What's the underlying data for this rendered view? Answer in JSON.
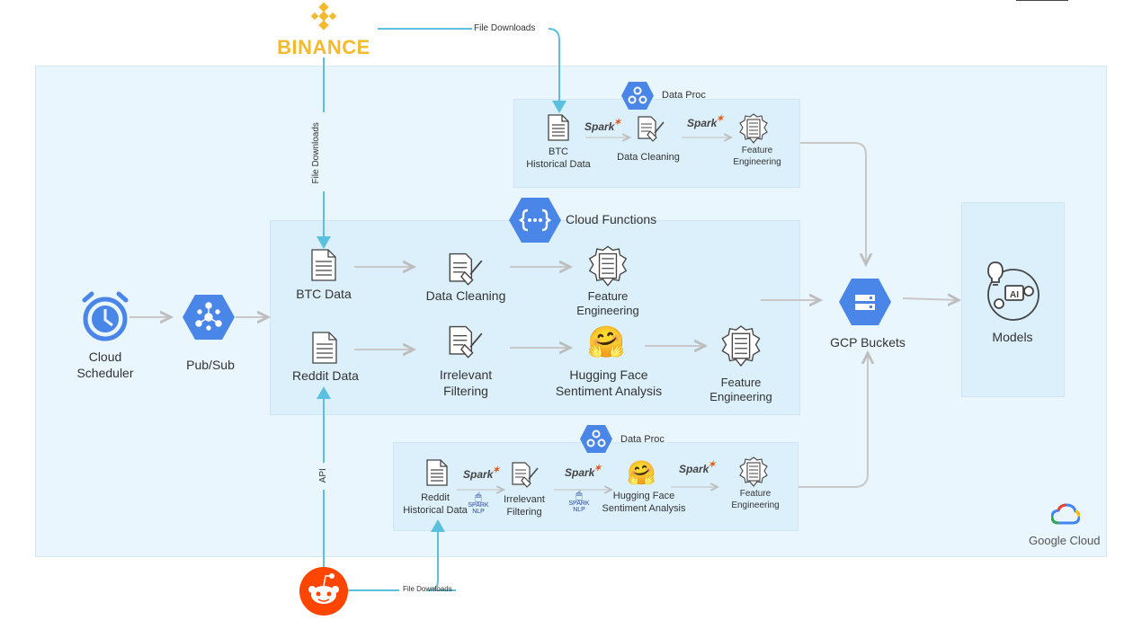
{
  "binance": {
    "logo_text": "BINANCE",
    "color": "#f3ba2f"
  },
  "file_downloads_label": "File Downloads",
  "api_label": "API",
  "dataproc_top": {
    "title": "Data Proc",
    "btc_historical": "BTC\nHistorical Data",
    "spark_label": "Spark",
    "cleaning": "Data Cleaning",
    "feature_eng": "Feature\nEngineering"
  },
  "cloud_functions": {
    "title": "Cloud Functions",
    "btc_data": "BTC Data",
    "data_cleaning": "Data Cleaning",
    "feature_eng_1": "Feature\nEngineering",
    "reddit_data": "Reddit Data",
    "irrelevant_filtering": "Irrelevant\nFiltering",
    "hf_sentiment": "Hugging Face\nSentiment Analysis",
    "feature_eng_2": "Feature\nEngineering"
  },
  "dataproc_bottom": {
    "title": "Data Proc",
    "reddit_historical": "Reddit\nHistorical Data",
    "irrelevant_filtering": "Irrelevant\nFiltering",
    "hf_sentiment": "Hugging Face\nSentiment Analysis",
    "feature_eng": "Feature\nEngineering",
    "spark_nlp_label": "SPARK NLP"
  },
  "cloud_scheduler": "Cloud\nScheduler",
  "pubsub": "Pub/Sub",
  "gcp_buckets": "GCP Buckets",
  "models": "Models",
  "google_cloud": "Google Cloud",
  "colors": {
    "gcp_blue": "#4a86e8",
    "flow_line": "#5bc0de",
    "gray_arrow": "#c8c8c8",
    "reddit_orange": "#ff4500"
  }
}
